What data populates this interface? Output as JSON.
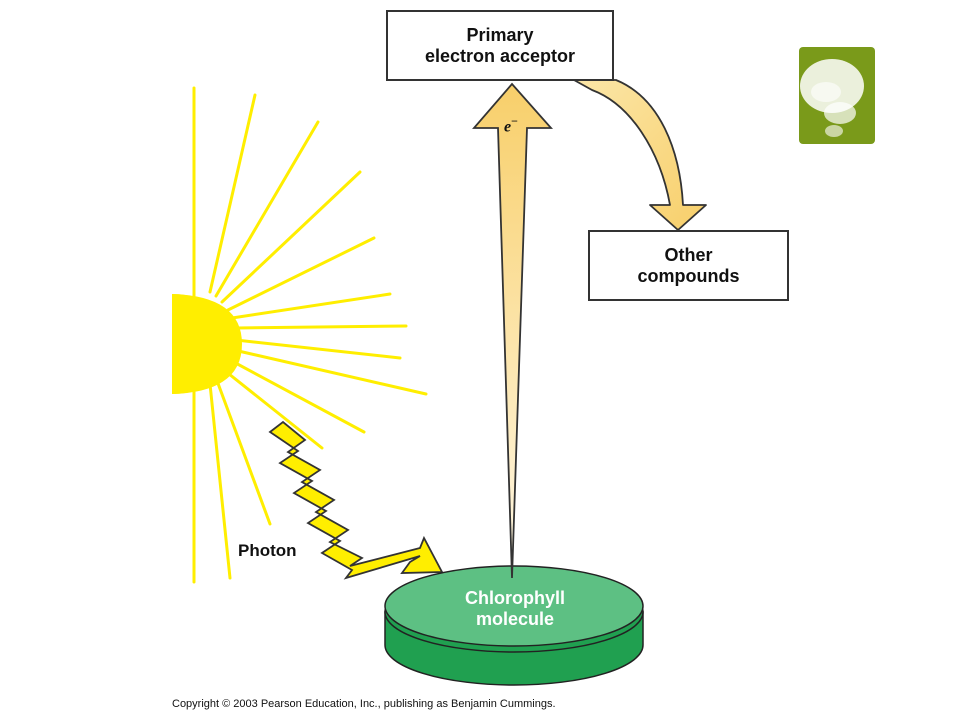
{
  "diagram": {
    "primary_acceptor": {
      "line1": "Primary",
      "line2": "electron acceptor"
    },
    "other_compounds": {
      "line1": "Other",
      "line2": "compounds"
    },
    "electron": {
      "symbol": "e",
      "charge": "−"
    },
    "photon_label": "Photon",
    "chlorophyll": {
      "line1": "Chlorophyll",
      "line2": "molecule"
    },
    "copyright": "Copyright © 2003 Pearson Education, Inc., publishing as Benjamin Cummings."
  },
  "colors": {
    "sun": "#ffee00",
    "chlorophyll_top": "#5dc083",
    "chlorophyll_side": "#20a050",
    "arrow_fill": "#fbd77a",
    "badge": "#7a9a1a"
  },
  "icons": {
    "badge": "speech-bubble-icon"
  }
}
